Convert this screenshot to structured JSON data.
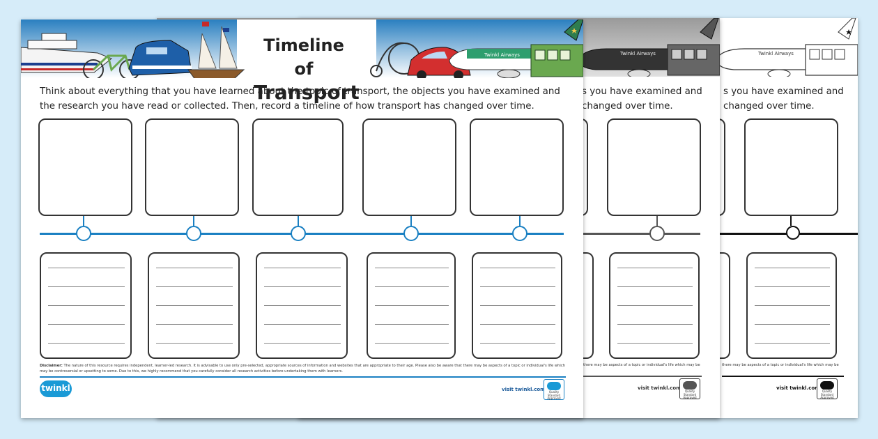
{
  "worksheet": {
    "title_line1": "Timeline of",
    "title_line2": "Transport",
    "instructions_line1": "Think about everything that you have learned about the topic of transport, the objects you have examined and",
    "instructions_line2": "the research you have read or collected. Then, record a timeline of how transport has changed over time.",
    "instructions_tail1": "s you have examined and",
    "instructions_tail2": "changed over time.",
    "disclaimer_label": "Disclaimer:",
    "disclaimer_text": "The nature of this resource requires independent, learner-led research. It is advisable to use only pre-selected, appropriate sources of information and websites that are appropriate to their age. Please also be aware that there may be aspects of a topic or individual's life which may be controversial or upsetting to some. Due to this, we highly recommend that you carefully consider all research activities before undertaking them with learners.",
    "disclaimer_tail": "there may be aspects of a topic or individual's life which may be",
    "visit_link": "visit twinkl.com",
    "logo_text": "twinkl",
    "badge_brand": "twinkl",
    "badge_text": "Quality Standard Approved",
    "airline_text": "Twinkl Airways"
  },
  "colors": {
    "background": "#d6ecf9",
    "timeline_color": "#1a80c2",
    "timeline_grey": "#555555",
    "timeline_bw": "#111111",
    "banner_sky": "#2a7fc0"
  },
  "icons": [
    "cruise-ship-icon",
    "bicycle-icon",
    "train-icon",
    "sailing-ship-icon",
    "penny-farthing-icon",
    "car-icon",
    "airplane-icon",
    "tram-icon",
    "twinkl-logo-icon",
    "quality-badge-icon"
  ]
}
